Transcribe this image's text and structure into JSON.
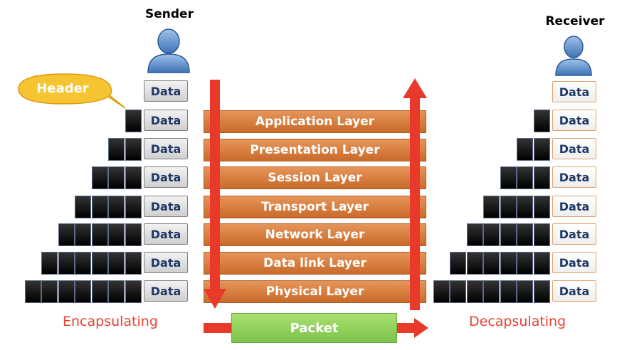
{
  "sender_label": "Sender",
  "receiver_label": "Receiver",
  "header_callout": "Header",
  "data_label": "Data",
  "layers": [
    "Application Layer",
    "Presentation Layer",
    "Session Layer",
    "Transport Layer",
    "Network Layer",
    "Data link Layer",
    "Physical Layer"
  ],
  "encapsulating_label": "Encapsulating",
  "decapsulating_label": "Decapsulating",
  "packet_label": "Packet",
  "colors": {
    "layer_bar": "#d97a3a",
    "arrow": "#e8392b",
    "packet": "#8fd158",
    "header_block": "#000000",
    "data_text": "#1f3864",
    "caption": "#e8402f",
    "callout": "#f5c430"
  }
}
